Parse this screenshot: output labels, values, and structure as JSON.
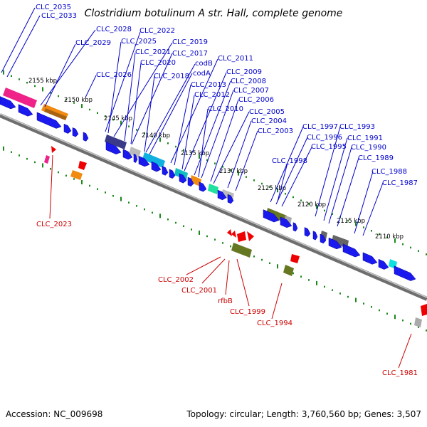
{
  "title": "Clostridium botulinum A str. Hall, complete genome",
  "accession": "Accession: NC_009698",
  "topology": "Topology: circular; Length: 3,760,560 bp; Genes: 3,507",
  "colors": {
    "forward_label": "#0000cc",
    "reverse_label": "#cc0000",
    "backbone": "#888888",
    "tick_forward": "#1a8a1a",
    "cds": "#1a1aee"
  },
  "kbp_ticks": [
    "2155 kbp",
    "2150 kbp",
    "2145 kbp",
    "2140 kbp",
    "2135 kbp",
    "2130 kbp",
    "2125 kbp",
    "2120 kbp",
    "2115 kbp",
    "2110 kbp"
  ],
  "forward_labels": [
    "CLC_2035",
    "CLC_2033",
    "CLC_2028",
    "CLC_2029",
    "CLC_2022",
    "CLC_2025",
    "CLC_2019",
    "CLC_2021",
    "CLC_2017",
    "CLC_2020",
    "codB",
    "codA",
    "CLC_2026",
    "CLC_2018",
    "CLC_2011",
    "CLC_2013",
    "CLC_2009",
    "CLC_2012",
    "CLC_2008",
    "CLC_2007",
    "CLC_2010",
    "CLC_2006",
    "CLC_2005",
    "CLC_2004",
    "CLC_2003",
    "CLC_1997",
    "CLC_1993",
    "CLC_1996",
    "CLC_1991",
    "CLC_1995",
    "CLC_1990",
    "CLC_1998",
    "CLC_1989",
    "CLC_1988",
    "CLC_1987"
  ],
  "reverse_labels": [
    "CLC_2023",
    "CLC_2002",
    "CLC_2001",
    "rfbB",
    "CLC_1999",
    "CLC_1994",
    "CLC_1981"
  ]
}
